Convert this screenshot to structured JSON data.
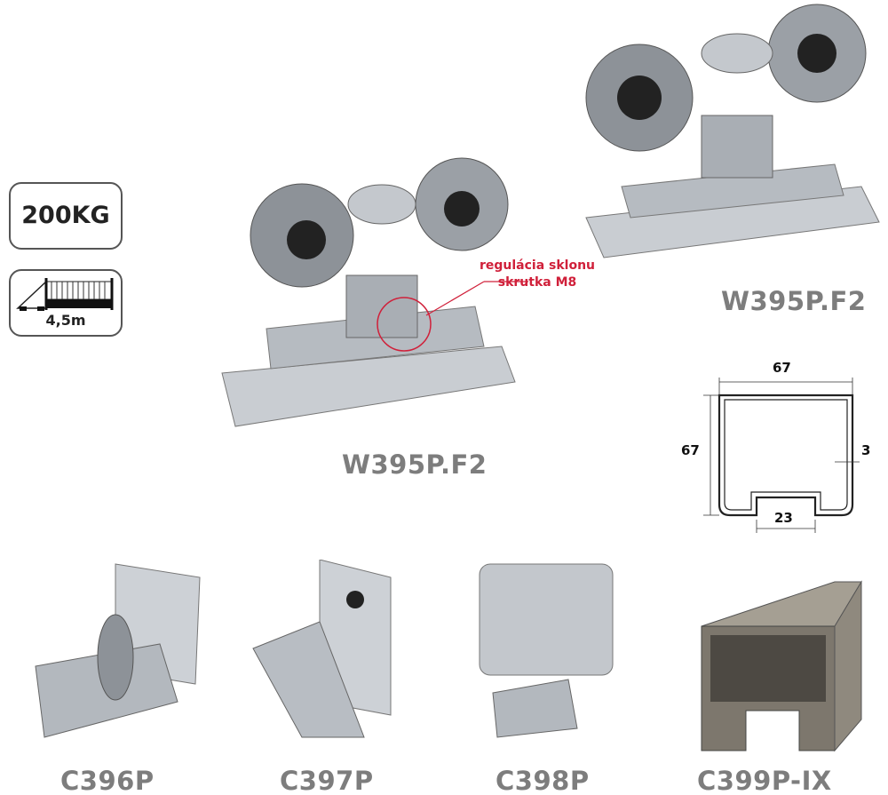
{
  "badges": {
    "load": "200KG",
    "length": "4,5m"
  },
  "annotation": {
    "line1": "regulácia sklonu",
    "line2": "skrutka M8"
  },
  "products": {
    "main_large": "W395P.F2",
    "main_small": "W395P.F2",
    "accessories": [
      "C396P",
      "C397P",
      "C398P",
      "C399P-IX"
    ]
  },
  "profile_dimensions": {
    "width": "67",
    "height": "67",
    "wall": "3",
    "opening": "23"
  },
  "colors": {
    "label": "#7d7d7d",
    "annotation": "#d0203a"
  }
}
